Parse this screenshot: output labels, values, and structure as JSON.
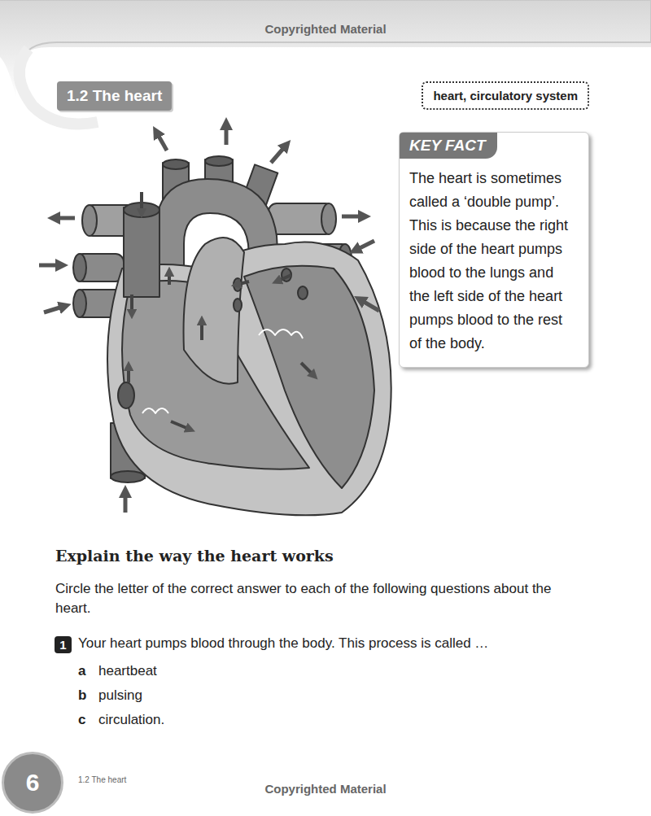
{
  "diagram": {
    "title": "1.2 The heart",
    "nodes": [
      {
        "text": [
          "heart, circulatory system"
        ]
      },
      {
        "text": [
          "KEY FACT",
          "The heart is sometimes called a ‘double pump’. This is because the right side of the heart pumps blood to the lungs and the left side of the heart pumps blood to the rest of the body."
        ]
      },
      {
        "text": [
          "1"
        ]
      },
      {
        "text": [
          "6"
        ]
      }
    ],
    "labels": [
      "Copyrighted Material",
      "Explain the way the heart works",
      "Circle the letter of the correct answer to each of the following questions about the heart.",
      "Your heart pumps blood through the body. This process is called …",
      "a",
      "heartbeat",
      "b",
      "pulsing",
      "c",
      "circulation.",
      "1.2 The heart",
      "Copyrighted Material"
    ]
  }
}
